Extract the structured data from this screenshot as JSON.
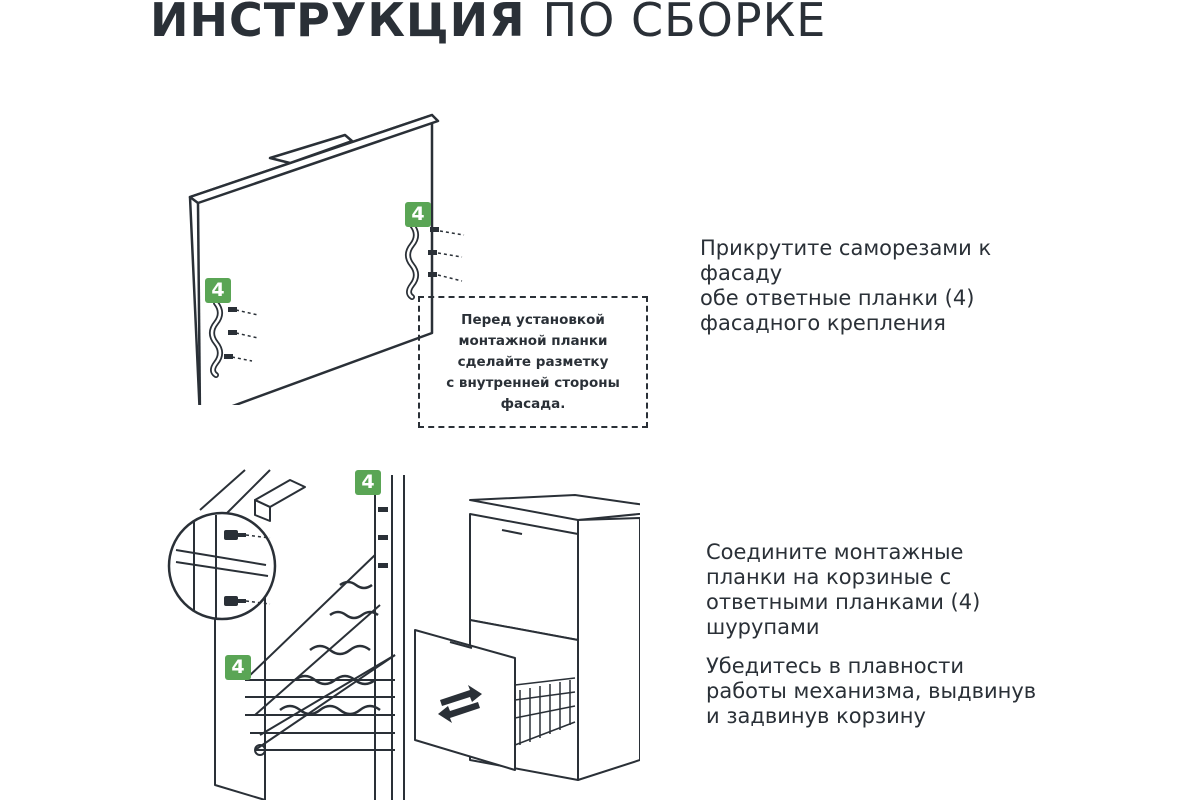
{
  "header": {
    "title_bold": "ИНСТРУКЦИЯ",
    "title_light": "ПО СБОРКЕ"
  },
  "step1": {
    "badge": "4",
    "note_lines": [
      "Перед установкой",
      "монтажной планки",
      "сделайте разметку",
      "с внутренней стороны",
      "фасада."
    ],
    "text_lines": [
      "Прикрутите саморезами к",
      "фасаду",
      "обе ответные планки (4)",
      "фасадного крепления"
    ]
  },
  "step2": {
    "badge": "4",
    "text1_lines": [
      "Соедините монтажные",
      "планки на корзиные с",
      "ответными планками (4)",
      "шурупами"
    ],
    "text2_lines": [
      "Убедитесь в плавности",
      "работы механизма, выдвинув",
      "и задвинув корзину"
    ]
  },
  "colors": {
    "badge": "#5aa555",
    "text": "#2a3037",
    "line": "#2a3037"
  }
}
